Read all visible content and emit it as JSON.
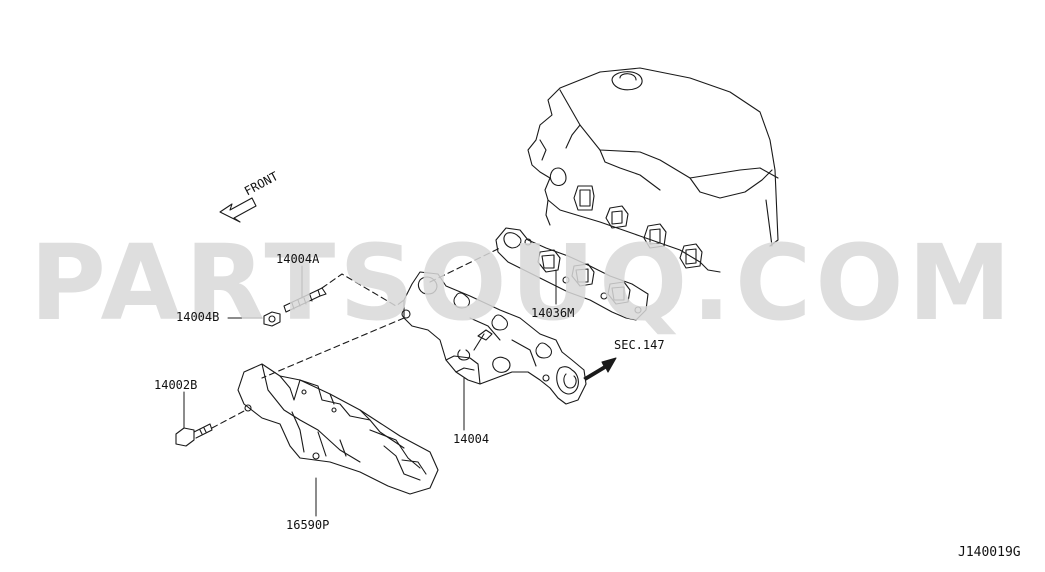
{
  "direction_label": "FRONT",
  "parts": [
    {
      "id": "stud",
      "label": "14004A"
    },
    {
      "id": "nut",
      "label": "14004B"
    },
    {
      "id": "bolt",
      "label": "14002B"
    },
    {
      "id": "gasket",
      "label": "14036M"
    },
    {
      "id": "manifold",
      "label": "14004"
    },
    {
      "id": "heat-shield",
      "label": "16590P"
    }
  ],
  "section_ref": "SEC.147",
  "diagram_code": "J140019G",
  "watermark": {
    "text": "PARTSOUQ.COM",
    "color": "#d9d9d9"
  },
  "line_color": "#1a1a1a"
}
